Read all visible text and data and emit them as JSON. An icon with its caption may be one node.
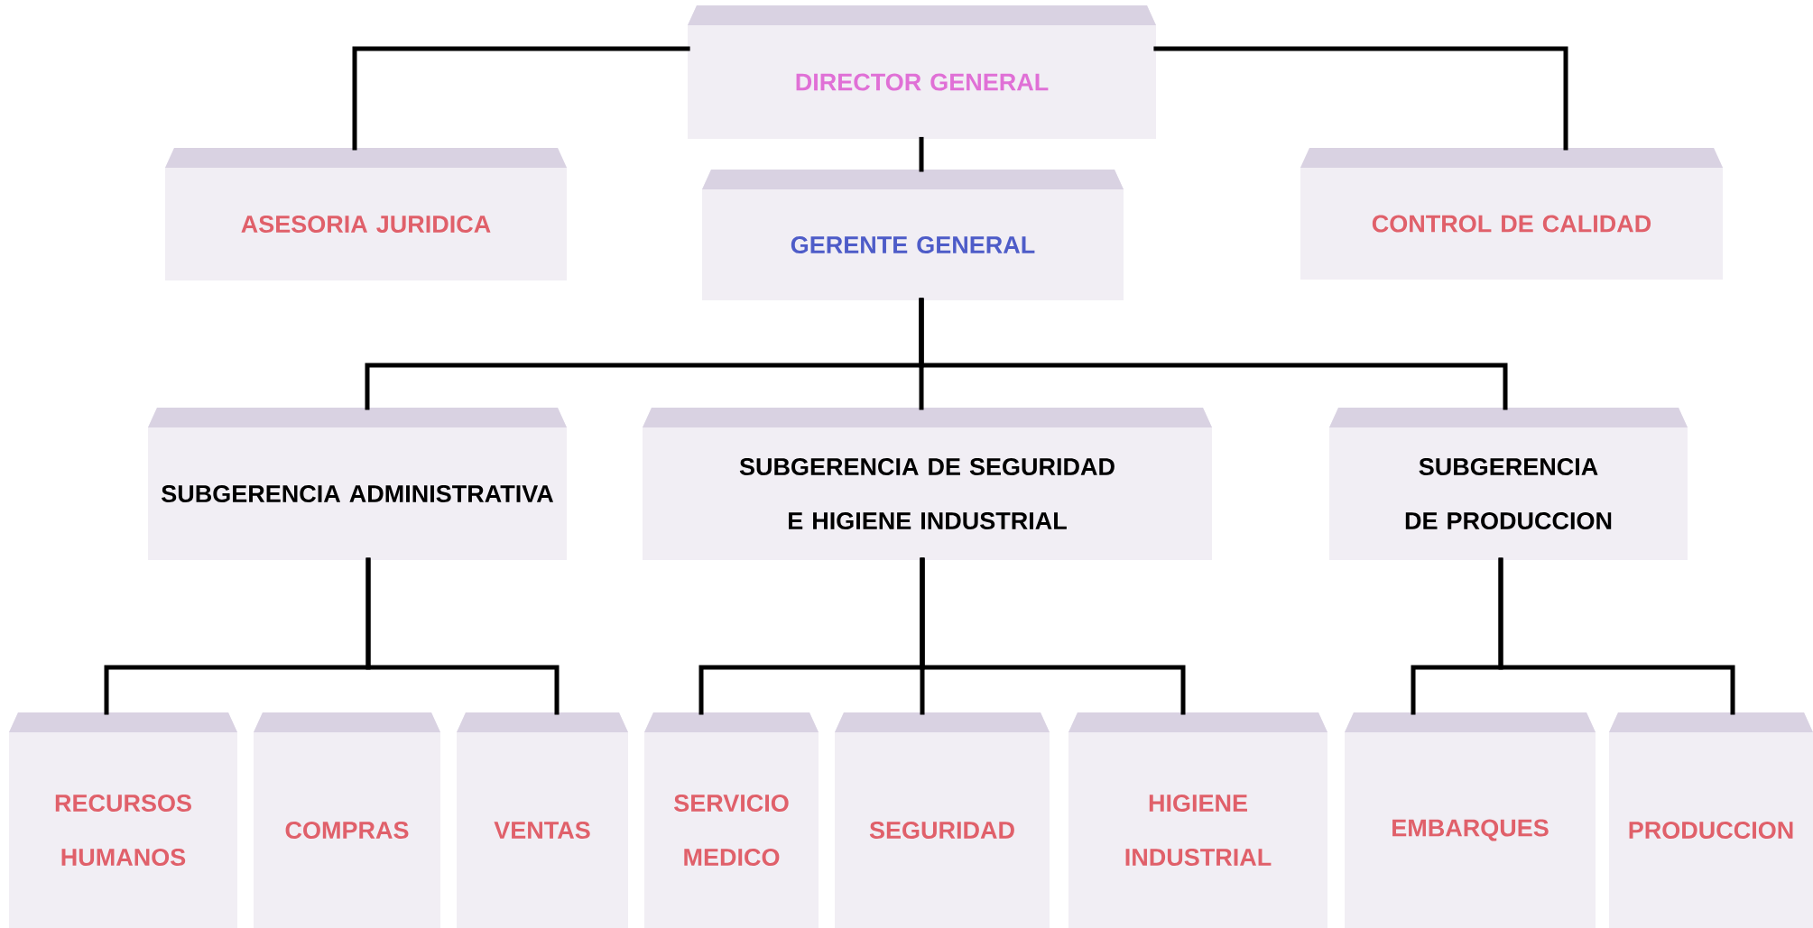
{
  "diagram": {
    "nodes": [
      {
        "text": [
          "DIRECTOR GENERAL"
        ]
      },
      {
        "text": [
          "ASESORIA JURIDICA"
        ]
      },
      {
        "text": [
          "GERENTE GENERAL"
        ]
      },
      {
        "text": [
          "CONTROL DE CALIDAD"
        ]
      },
      {
        "text": [
          "SUBGERENCIA ADMINISTRATIVA"
        ]
      },
      {
        "text": [
          "SUBGERENCIA DE SEGURIDAD E HIGIENE INDUSTRIAL"
        ]
      },
      {
        "text": [
          "SUBGERENCIA DE PRODUCCION"
        ]
      },
      {
        "text": [
          "RECURSOS HUMANOS"
        ]
      },
      {
        "text": [
          "COMPRAS"
        ]
      },
      {
        "text": [
          "VENTAS"
        ]
      },
      {
        "text": [
          "SERVICIO MEDICO"
        ]
      },
      {
        "text": [
          "SEGURIDAD"
        ]
      },
      {
        "text": [
          "HIGIENE INDUSTRIAL"
        ]
      },
      {
        "text": [
          "EMBARQUES"
        ]
      },
      {
        "text": [
          "PRODUCCION"
        ]
      }
    ],
    "edges": [
      {
        "from": 0,
        "to": 1,
        "arrow": "none"
      },
      {
        "from": 0,
        "to": 3,
        "arrow": "none"
      },
      {
        "from": 0,
        "to": 2,
        "arrow": "none"
      },
      {
        "from": 2,
        "to": 4,
        "arrow": "none"
      },
      {
        "from": 2,
        "to": 5,
        "arrow": "none"
      },
      {
        "from": 2,
        "to": 6,
        "arrow": "none"
      },
      {
        "from": 4,
        "to": 7,
        "arrow": "none"
      },
      {
        "from": 4,
        "to": 9,
        "arrow": "none"
      },
      {
        "from": 5,
        "to": 10,
        "arrow": "none"
      },
      {
        "from": 5,
        "to": 11,
        "arrow": "none"
      },
      {
        "from": 5,
        "to": 12,
        "arrow": "none"
      },
      {
        "from": 6,
        "to": 13,
        "arrow": "none"
      },
      {
        "from": 6,
        "to": 14,
        "arrow": "none"
      }
    ]
  }
}
